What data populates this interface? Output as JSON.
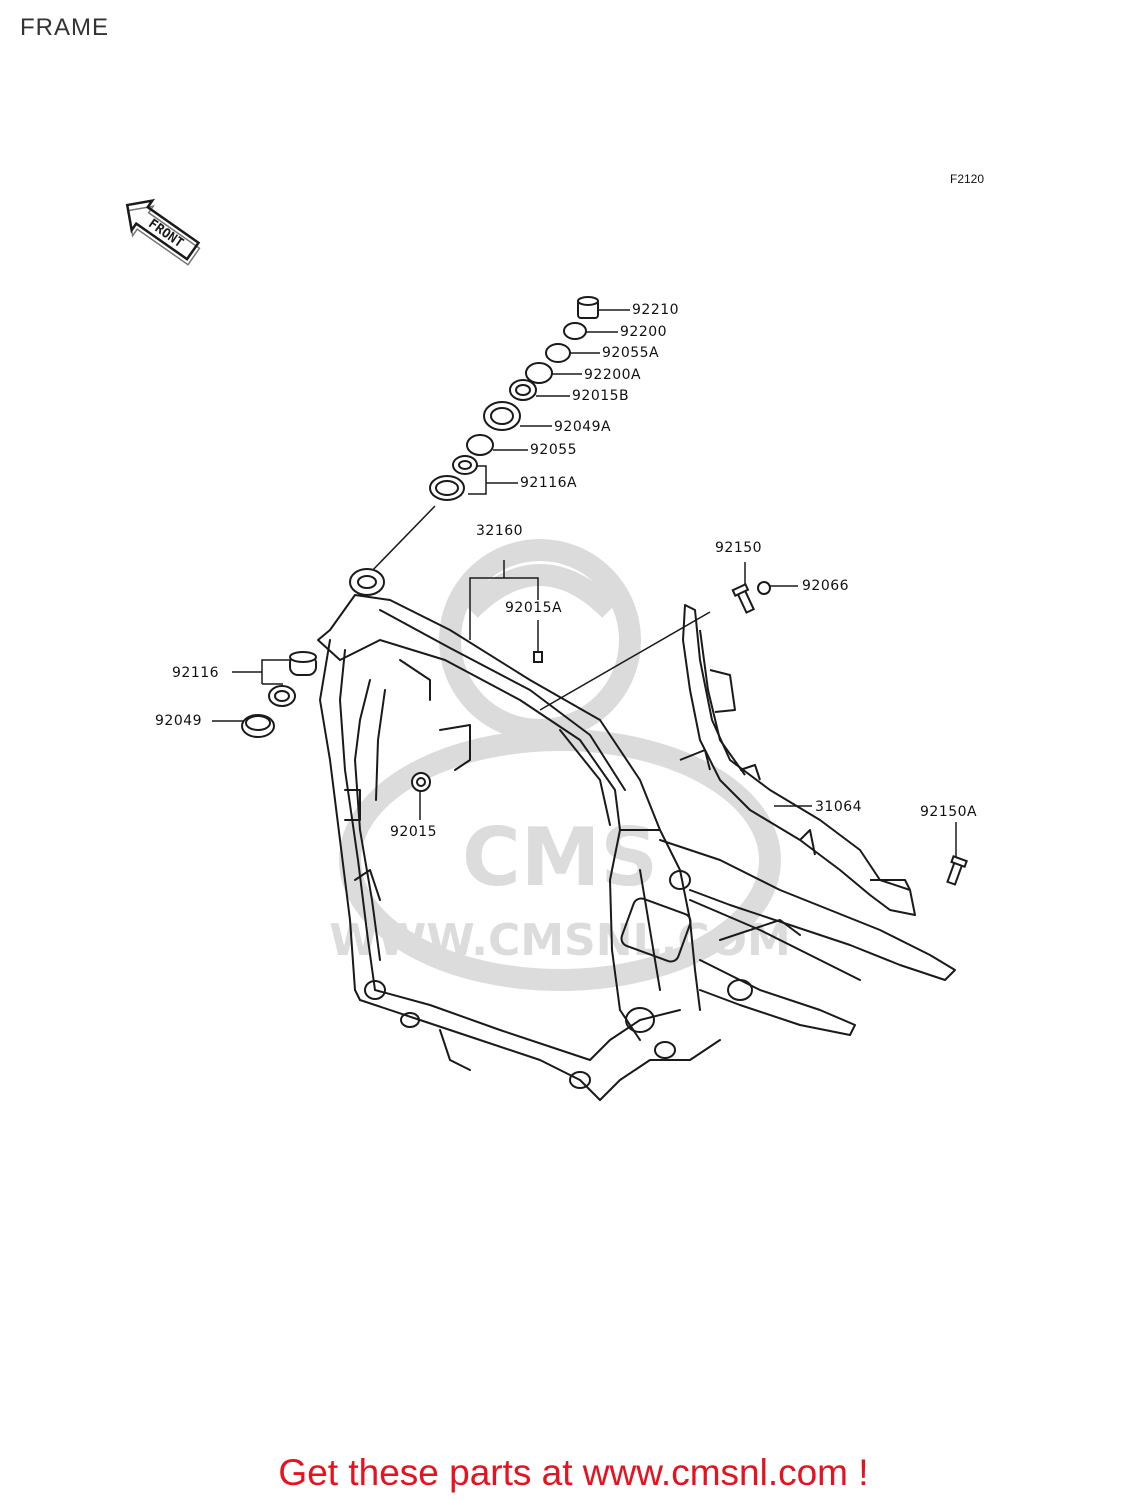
{
  "page": {
    "title": "FRAME",
    "figure_code": "F2120",
    "front_marker": "FRONT",
    "watermark_text": "WWW.CMSNL.COM",
    "watermark_logo_text": "CMS",
    "promo_text": "Get these parts at www.cmsnl.com !"
  },
  "colors": {
    "line": "#1a1a1a",
    "watermark": "#d8d8d8",
    "promo": "#e8111e"
  },
  "parts": [
    {
      "id": "p-92210",
      "label": "92210"
    },
    {
      "id": "p-92200",
      "label": "92200"
    },
    {
      "id": "p-92055a",
      "label": "92055A"
    },
    {
      "id": "p-92200a",
      "label": "92200A"
    },
    {
      "id": "p-92015b",
      "label": "92015B"
    },
    {
      "id": "p-92049a",
      "label": "92049A"
    },
    {
      "id": "p-92055",
      "label": "92055"
    },
    {
      "id": "p-92116a",
      "label": "92116A"
    },
    {
      "id": "p-32160",
      "label": "32160"
    },
    {
      "id": "p-92015a",
      "label": "92015A"
    },
    {
      "id": "p-92150",
      "label": "92150"
    },
    {
      "id": "p-92066",
      "label": "92066"
    },
    {
      "id": "p-92116",
      "label": "92116"
    },
    {
      "id": "p-92049",
      "label": "92049"
    },
    {
      "id": "p-92015",
      "label": "92015"
    },
    {
      "id": "p-31064",
      "label": "31064"
    },
    {
      "id": "p-92150a",
      "label": "92150A"
    }
  ]
}
